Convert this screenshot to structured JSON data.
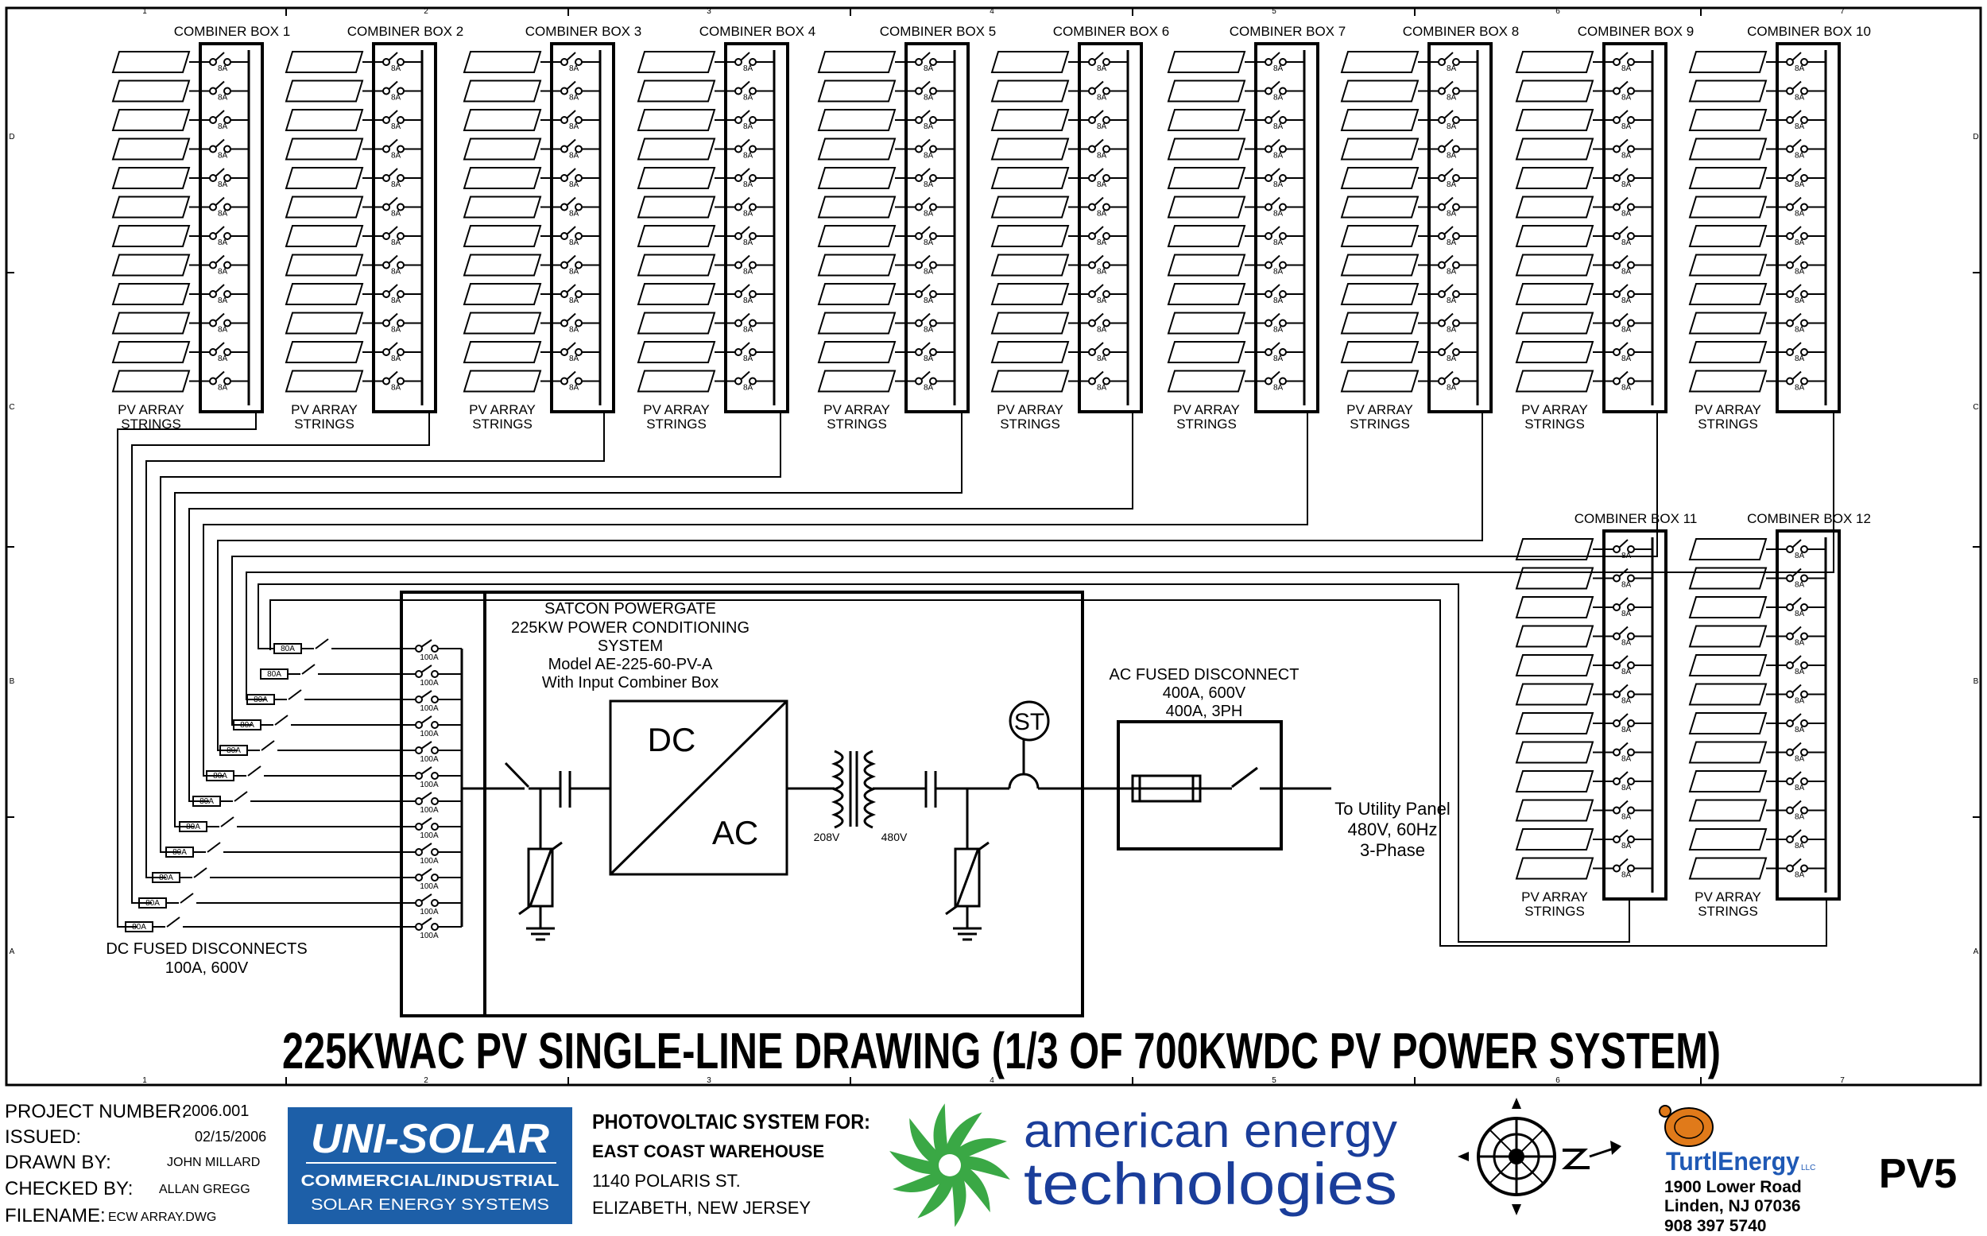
{
  "border_numbers": [
    "1",
    "2",
    "3",
    "4",
    "5",
    "6",
    "7"
  ],
  "border_letters": [
    "D",
    "C",
    "B",
    "A"
  ],
  "combiner_boxes": [
    {
      "label": "COMBINER BOX 1"
    },
    {
      "label": "COMBINER BOX 2"
    },
    {
      "label": "COMBINER BOX 3"
    },
    {
      "label": "COMBINER BOX 4"
    },
    {
      "label": "COMBINER BOX 5"
    },
    {
      "label": "COMBINER BOX 6"
    },
    {
      "label": "COMBINER BOX 7"
    },
    {
      "label": "COMBINER BOX 8"
    },
    {
      "label": "COMBINER BOX 9"
    },
    {
      "label": "COMBINER BOX 10"
    },
    {
      "label": "COMBINER BOX 11"
    },
    {
      "label": "COMBINER BOX 12"
    }
  ],
  "string_label_line1": "PV ARRAY",
  "string_label_line2": "STRINGS",
  "string_fuse_label": "8A",
  "input_fuse_label": "100A",
  "disconnect_fuse_label": "80A",
  "dc_disconnects_line1": "DC FUSED DISCONNECTS",
  "dc_disconnects_line2": "100A, 600V",
  "inverter": {
    "line1": "SATCON POWERGATE",
    "line2": "225KW POWER CONDITIONING",
    "line3": "SYSTEM",
    "line4": "Model AE-225-60-PV-A",
    "line5": "With Input Combiner Box",
    "dc_label": "DC",
    "ac_label": "AC",
    "v_primary": "208V",
    "v_secondary": "480V",
    "st_label": "ST"
  },
  "ac_disconnect": {
    "line1": "AC FUSED DISCONNECT",
    "line2": "400A, 600V",
    "line3": "400A, 3PH"
  },
  "utility": {
    "line1": "To Utility Panel",
    "line2": "480V, 60Hz",
    "line3": "3-Phase"
  },
  "title": "225KWAC PV SINGLE-LINE DRAWING (1/3 OF 700KWDC PV POWER SYSTEM)",
  "title_block": {
    "project_number_label": "PROJECT  NUMBER:",
    "project_number": "2006.001",
    "issued_label": "ISSUED:",
    "issued": "02/15/2006",
    "drawn_by_label": "DRAWN  BY:",
    "drawn_by": "JOHN  MILLARD",
    "checked_by_label": "CHECKED  BY:",
    "checked_by": "ALLAN  GREGG",
    "filename_label": "FILENAME:",
    "filename": "ECW  ARRAY.DWG"
  },
  "unisolar": {
    "logo": "UNI-SOLAR",
    "line1": "COMMERCIAL/INDUSTRIAL",
    "line2": "SOLAR ENERGY SYSTEMS",
    "bg_color": "#1d5fa8"
  },
  "customer": {
    "heading": "PHOTOVOLTAIC SYSTEM FOR:",
    "line1": "EAST COAST WAREHOUSE",
    "line2": "1140  POLARIS  ST.",
    "line3": "ELIZABETH,  NEW  JERSEY"
  },
  "aet": {
    "line1": "american energy",
    "line2": "technologies",
    "text_color": "#1a3d9a",
    "swirl_color": "#3aa845"
  },
  "turtle": {
    "logo": "TurtlEnergy",
    "logo_suffix": "LLC",
    "address1": "1900 Lower Road",
    "address2": "Linden, NJ 07036",
    "phone": "908 397 5740",
    "logo_color": "#1f59b5"
  },
  "sheet_id": "PV5"
}
